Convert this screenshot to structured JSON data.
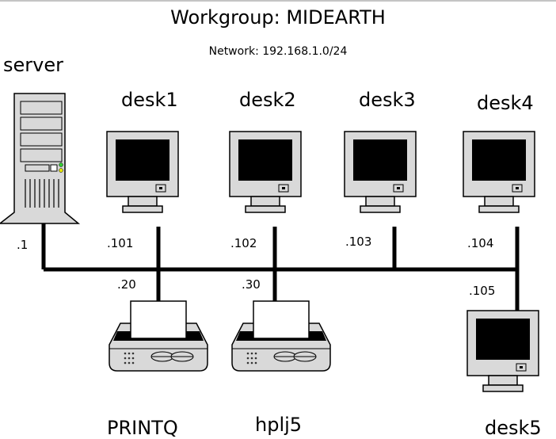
{
  "diagram": {
    "title": "Workgroup: MIDEARTH",
    "subtitle": "Network: 192.168.1.0/24"
  },
  "hosts": {
    "server": {
      "name": "server",
      "ip": ".1"
    },
    "desk1": {
      "name": "desk1",
      "ip": ".101"
    },
    "desk2": {
      "name": "desk2",
      "ip": ".102"
    },
    "desk3": {
      "name": "desk3",
      "ip": ".103"
    },
    "desk4": {
      "name": "desk4",
      "ip": ".104"
    },
    "desk5": {
      "name": "desk5",
      "ip": ".105"
    },
    "printq": {
      "name": "PRINTQ",
      "ip": ".20"
    },
    "hplj5": {
      "name": "hplj5",
      "ip": ".30"
    }
  },
  "colors": {
    "line": "#000000",
    "device_fill": "#d9d9d9",
    "screen": "#000000",
    "led_green": "#33cc33",
    "led_yellow": "#e6e600"
  },
  "icons": {
    "server": "server-tower-icon",
    "desktop": "monitor-icon",
    "printer": "printer-icon"
  }
}
